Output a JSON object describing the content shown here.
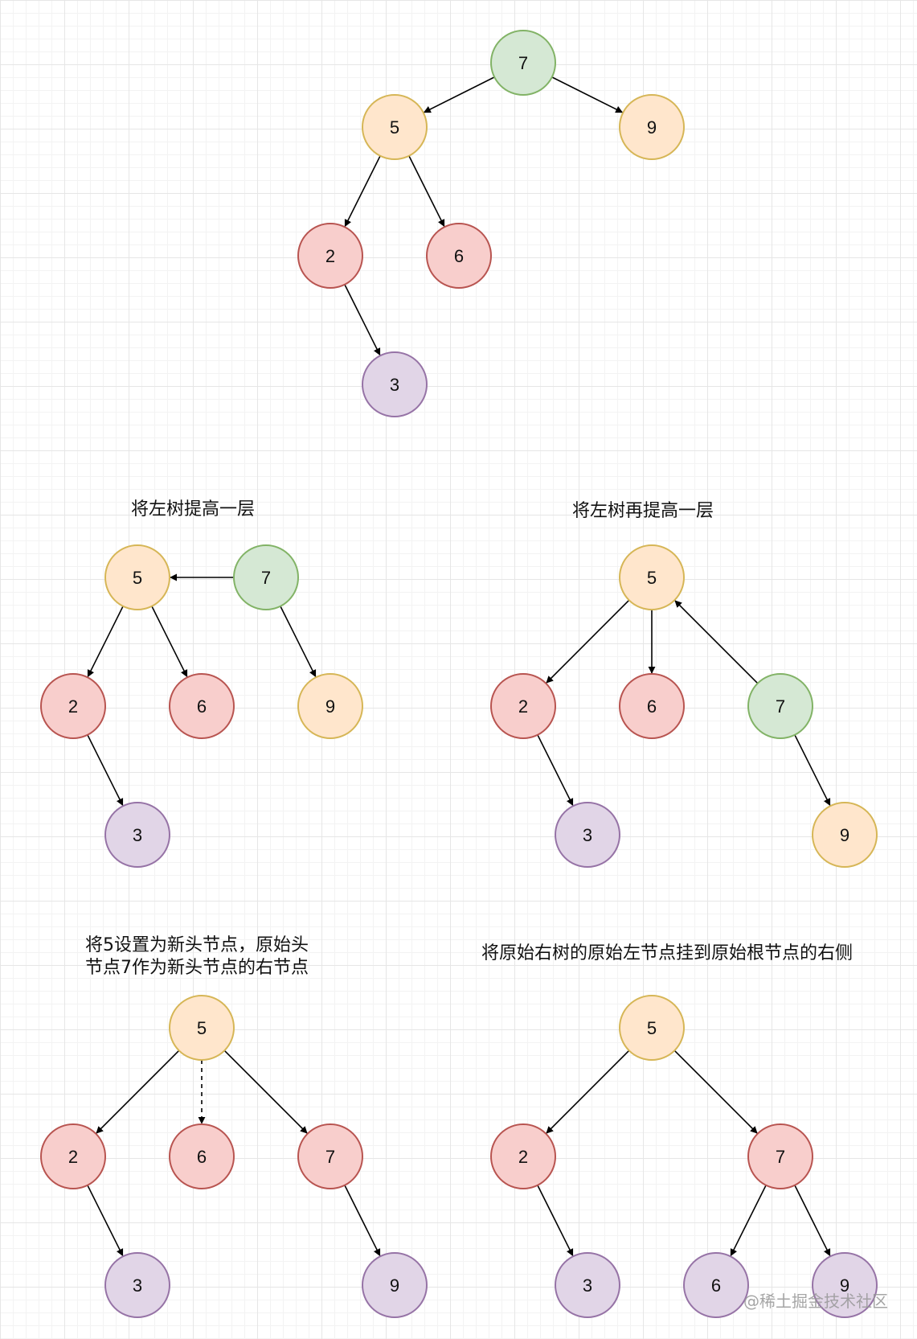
{
  "colors": {
    "green": {
      "fill": "#d5e8d4",
      "stroke": "#82b366"
    },
    "orange": {
      "fill": "#ffe6cc",
      "stroke": "#d6b656"
    },
    "red": {
      "fill": "#f8cecc",
      "stroke": "#b85450"
    },
    "purple": {
      "fill": "#e1d5e7",
      "stroke": "#9673a6"
    },
    "grid": "#e6e6e6",
    "edge": "#000000"
  },
  "captions": {
    "step1": "将左树提高一层",
    "step2": "将左树再提高一层",
    "step3_line1": "将5设置为新头节点，原始头",
    "step3_line2": "节点7作为新头节点的右节点",
    "step4": "将原始右树的原始左节点挂到原始根节点的右侧"
  },
  "watermark": "@稀土掘金技术社区",
  "trees": [
    {
      "id": "original",
      "nodes": [
        {
          "id": "n7",
          "label": "7",
          "color": "green"
        },
        {
          "id": "n5",
          "label": "5",
          "color": "orange"
        },
        {
          "id": "n9",
          "label": "9",
          "color": "orange"
        },
        {
          "id": "n2",
          "label": "2",
          "color": "red"
        },
        {
          "id": "n6",
          "label": "6",
          "color": "red"
        },
        {
          "id": "n3",
          "label": "3",
          "color": "purple"
        }
      ],
      "edges": [
        {
          "from": "n7",
          "to": "n5",
          "style": "solid"
        },
        {
          "from": "n7",
          "to": "n9",
          "style": "solid"
        },
        {
          "from": "n5",
          "to": "n2",
          "style": "solid"
        },
        {
          "from": "n5",
          "to": "n6",
          "style": "solid"
        },
        {
          "from": "n2",
          "to": "n3",
          "style": "solid"
        }
      ]
    },
    {
      "id": "step1",
      "nodes": [
        {
          "id": "n5",
          "label": "5",
          "color": "orange"
        },
        {
          "id": "n7",
          "label": "7",
          "color": "green"
        },
        {
          "id": "n2",
          "label": "2",
          "color": "red"
        },
        {
          "id": "n6",
          "label": "6",
          "color": "red"
        },
        {
          "id": "n9",
          "label": "9",
          "color": "orange"
        },
        {
          "id": "n3",
          "label": "3",
          "color": "purple"
        }
      ],
      "edges": [
        {
          "from": "n7",
          "to": "n5",
          "style": "solid"
        },
        {
          "from": "n7",
          "to": "n9",
          "style": "solid"
        },
        {
          "from": "n5",
          "to": "n2",
          "style": "solid"
        },
        {
          "from": "n5",
          "to": "n6",
          "style": "solid"
        },
        {
          "from": "n2",
          "to": "n3",
          "style": "solid"
        }
      ]
    },
    {
      "id": "step2",
      "nodes": [
        {
          "id": "n5",
          "label": "5",
          "color": "orange"
        },
        {
          "id": "n2",
          "label": "2",
          "color": "red"
        },
        {
          "id": "n6",
          "label": "6",
          "color": "red"
        },
        {
          "id": "n7",
          "label": "7",
          "color": "green"
        },
        {
          "id": "n3",
          "label": "3",
          "color": "purple"
        },
        {
          "id": "n9",
          "label": "9",
          "color": "orange"
        }
      ],
      "edges": [
        {
          "from": "n5",
          "to": "n2",
          "style": "solid"
        },
        {
          "from": "n5",
          "to": "n6",
          "style": "solid"
        },
        {
          "from": "n7",
          "to": "n5",
          "style": "solid"
        },
        {
          "from": "n2",
          "to": "n3",
          "style": "solid"
        },
        {
          "from": "n7",
          "to": "n9",
          "style": "solid"
        }
      ]
    },
    {
      "id": "step3",
      "nodes": [
        {
          "id": "n5",
          "label": "5",
          "color": "orange"
        },
        {
          "id": "n2",
          "label": "2",
          "color": "red"
        },
        {
          "id": "n6",
          "label": "6",
          "color": "red"
        },
        {
          "id": "n7",
          "label": "7",
          "color": "red"
        },
        {
          "id": "n3",
          "label": "3",
          "color": "purple"
        },
        {
          "id": "n9",
          "label": "9",
          "color": "purple"
        }
      ],
      "edges": [
        {
          "from": "n5",
          "to": "n2",
          "style": "solid"
        },
        {
          "from": "n5",
          "to": "n6",
          "style": "dashed"
        },
        {
          "from": "n5",
          "to": "n7",
          "style": "solid"
        },
        {
          "from": "n2",
          "to": "n3",
          "style": "solid"
        },
        {
          "from": "n7",
          "to": "n9",
          "style": "solid"
        }
      ]
    },
    {
      "id": "step4",
      "nodes": [
        {
          "id": "n5",
          "label": "5",
          "color": "orange"
        },
        {
          "id": "n2",
          "label": "2",
          "color": "red"
        },
        {
          "id": "n7",
          "label": "7",
          "color": "red"
        },
        {
          "id": "n3",
          "label": "3",
          "color": "purple"
        },
        {
          "id": "n6",
          "label": "6",
          "color": "purple"
        },
        {
          "id": "n9",
          "label": "9",
          "color": "purple"
        }
      ],
      "edges": [
        {
          "from": "n5",
          "to": "n2",
          "style": "solid"
        },
        {
          "from": "n5",
          "to": "n7",
          "style": "solid"
        },
        {
          "from": "n2",
          "to": "n3",
          "style": "solid"
        },
        {
          "from": "n7",
          "to": "n6",
          "style": "solid"
        },
        {
          "from": "n7",
          "to": "n9",
          "style": "solid"
        }
      ]
    }
  ]
}
